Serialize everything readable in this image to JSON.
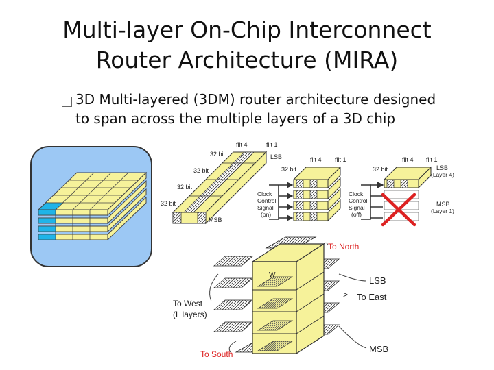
{
  "slide": {
    "title_line1": "Multi-layer On-Chip Interconnect",
    "title_line2": "Router Architecture (MIRA)",
    "bullet": "3D Multi-layered (3DM) router architecture designed to span across the multiple layers of a 3D chip"
  },
  "diagram_a": {
    "flit4": "flit 4",
    "flit1": "flit 1",
    "dots": "···",
    "bits": [
      "32 bit",
      "32 bit",
      "32 bit",
      "32 bit"
    ],
    "lsb": "LSB",
    "msb": "MSB"
  },
  "diagram_b": {
    "flit4": "flit 4",
    "flit1": "flit 1",
    "dots": "···",
    "bits": "32 bit",
    "clock": "Clock",
    "control": "Control",
    "signal": "Signal",
    "state": "(on)"
  },
  "diagram_c": {
    "flit4": "flit 4",
    "flit1": "flit 1",
    "dots": "···",
    "bits": "32 bit",
    "clock": "Clock",
    "control": "Control",
    "signal": "Signal",
    "state": "(off)",
    "lsb": "LSB",
    "lsb_layer": "(Layer 4)",
    "msb": "MSB",
    "msb_layer": "(Layer 1)"
  },
  "router": {
    "w_label": "W",
    "to_north": "To North",
    "lsb": "LSB",
    "to_east": "To East",
    "to_west": "To West",
    "l_layers": "(L layers)",
    "msb": "MSB",
    "to_south": "To South"
  },
  "colors": {
    "cell": "#f6f29a",
    "accent_blue": "#1fb4e8",
    "panel_blue": "#9cc8f4",
    "red": "#dd2222"
  }
}
